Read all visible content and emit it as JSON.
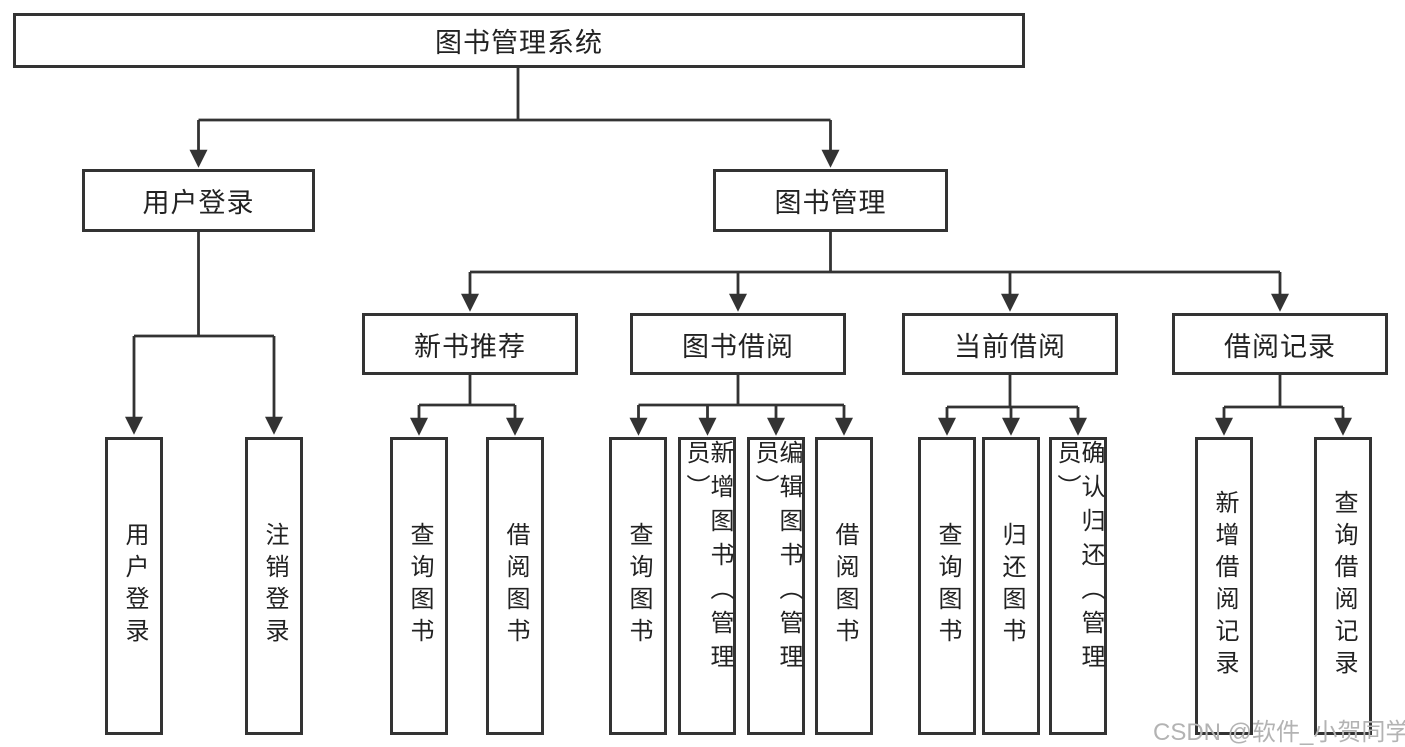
{
  "diagram": {
    "title_node": {
      "label": "图书管理系统"
    },
    "level2": [
      {
        "label": "用户登录"
      },
      {
        "label": "图书管理"
      }
    ],
    "level3": [
      {
        "label": "新书推荐"
      },
      {
        "label": "图书借阅"
      },
      {
        "label": "当前借阅"
      },
      {
        "label": "借阅记录"
      }
    ],
    "leaves": {
      "user_login": [
        {
          "label": "用户登录"
        },
        {
          "label": "注销登录"
        }
      ],
      "new_book_rec": [
        {
          "label": "查询图书"
        },
        {
          "label": "借阅图书"
        }
      ],
      "book_borrow": [
        {
          "label": "查询图书"
        },
        {
          "label": "新增图书（管理员）"
        },
        {
          "label": "编辑图书（管理员）"
        },
        {
          "label": "借阅图书"
        }
      ],
      "current_borrow": [
        {
          "label": "查询图书"
        },
        {
          "label": "归还图书"
        },
        {
          "label": "确认归还（管理员）"
        }
      ],
      "borrow_records": [
        {
          "label": "新增借阅记录"
        },
        {
          "label": "查询借阅记录"
        }
      ]
    }
  },
  "watermark": {
    "text": "CSDN @软件_小贺同学"
  },
  "colors": {
    "line": "#333333",
    "text": "#222222",
    "background": "#ffffff",
    "watermark": "#b3b3b3"
  }
}
